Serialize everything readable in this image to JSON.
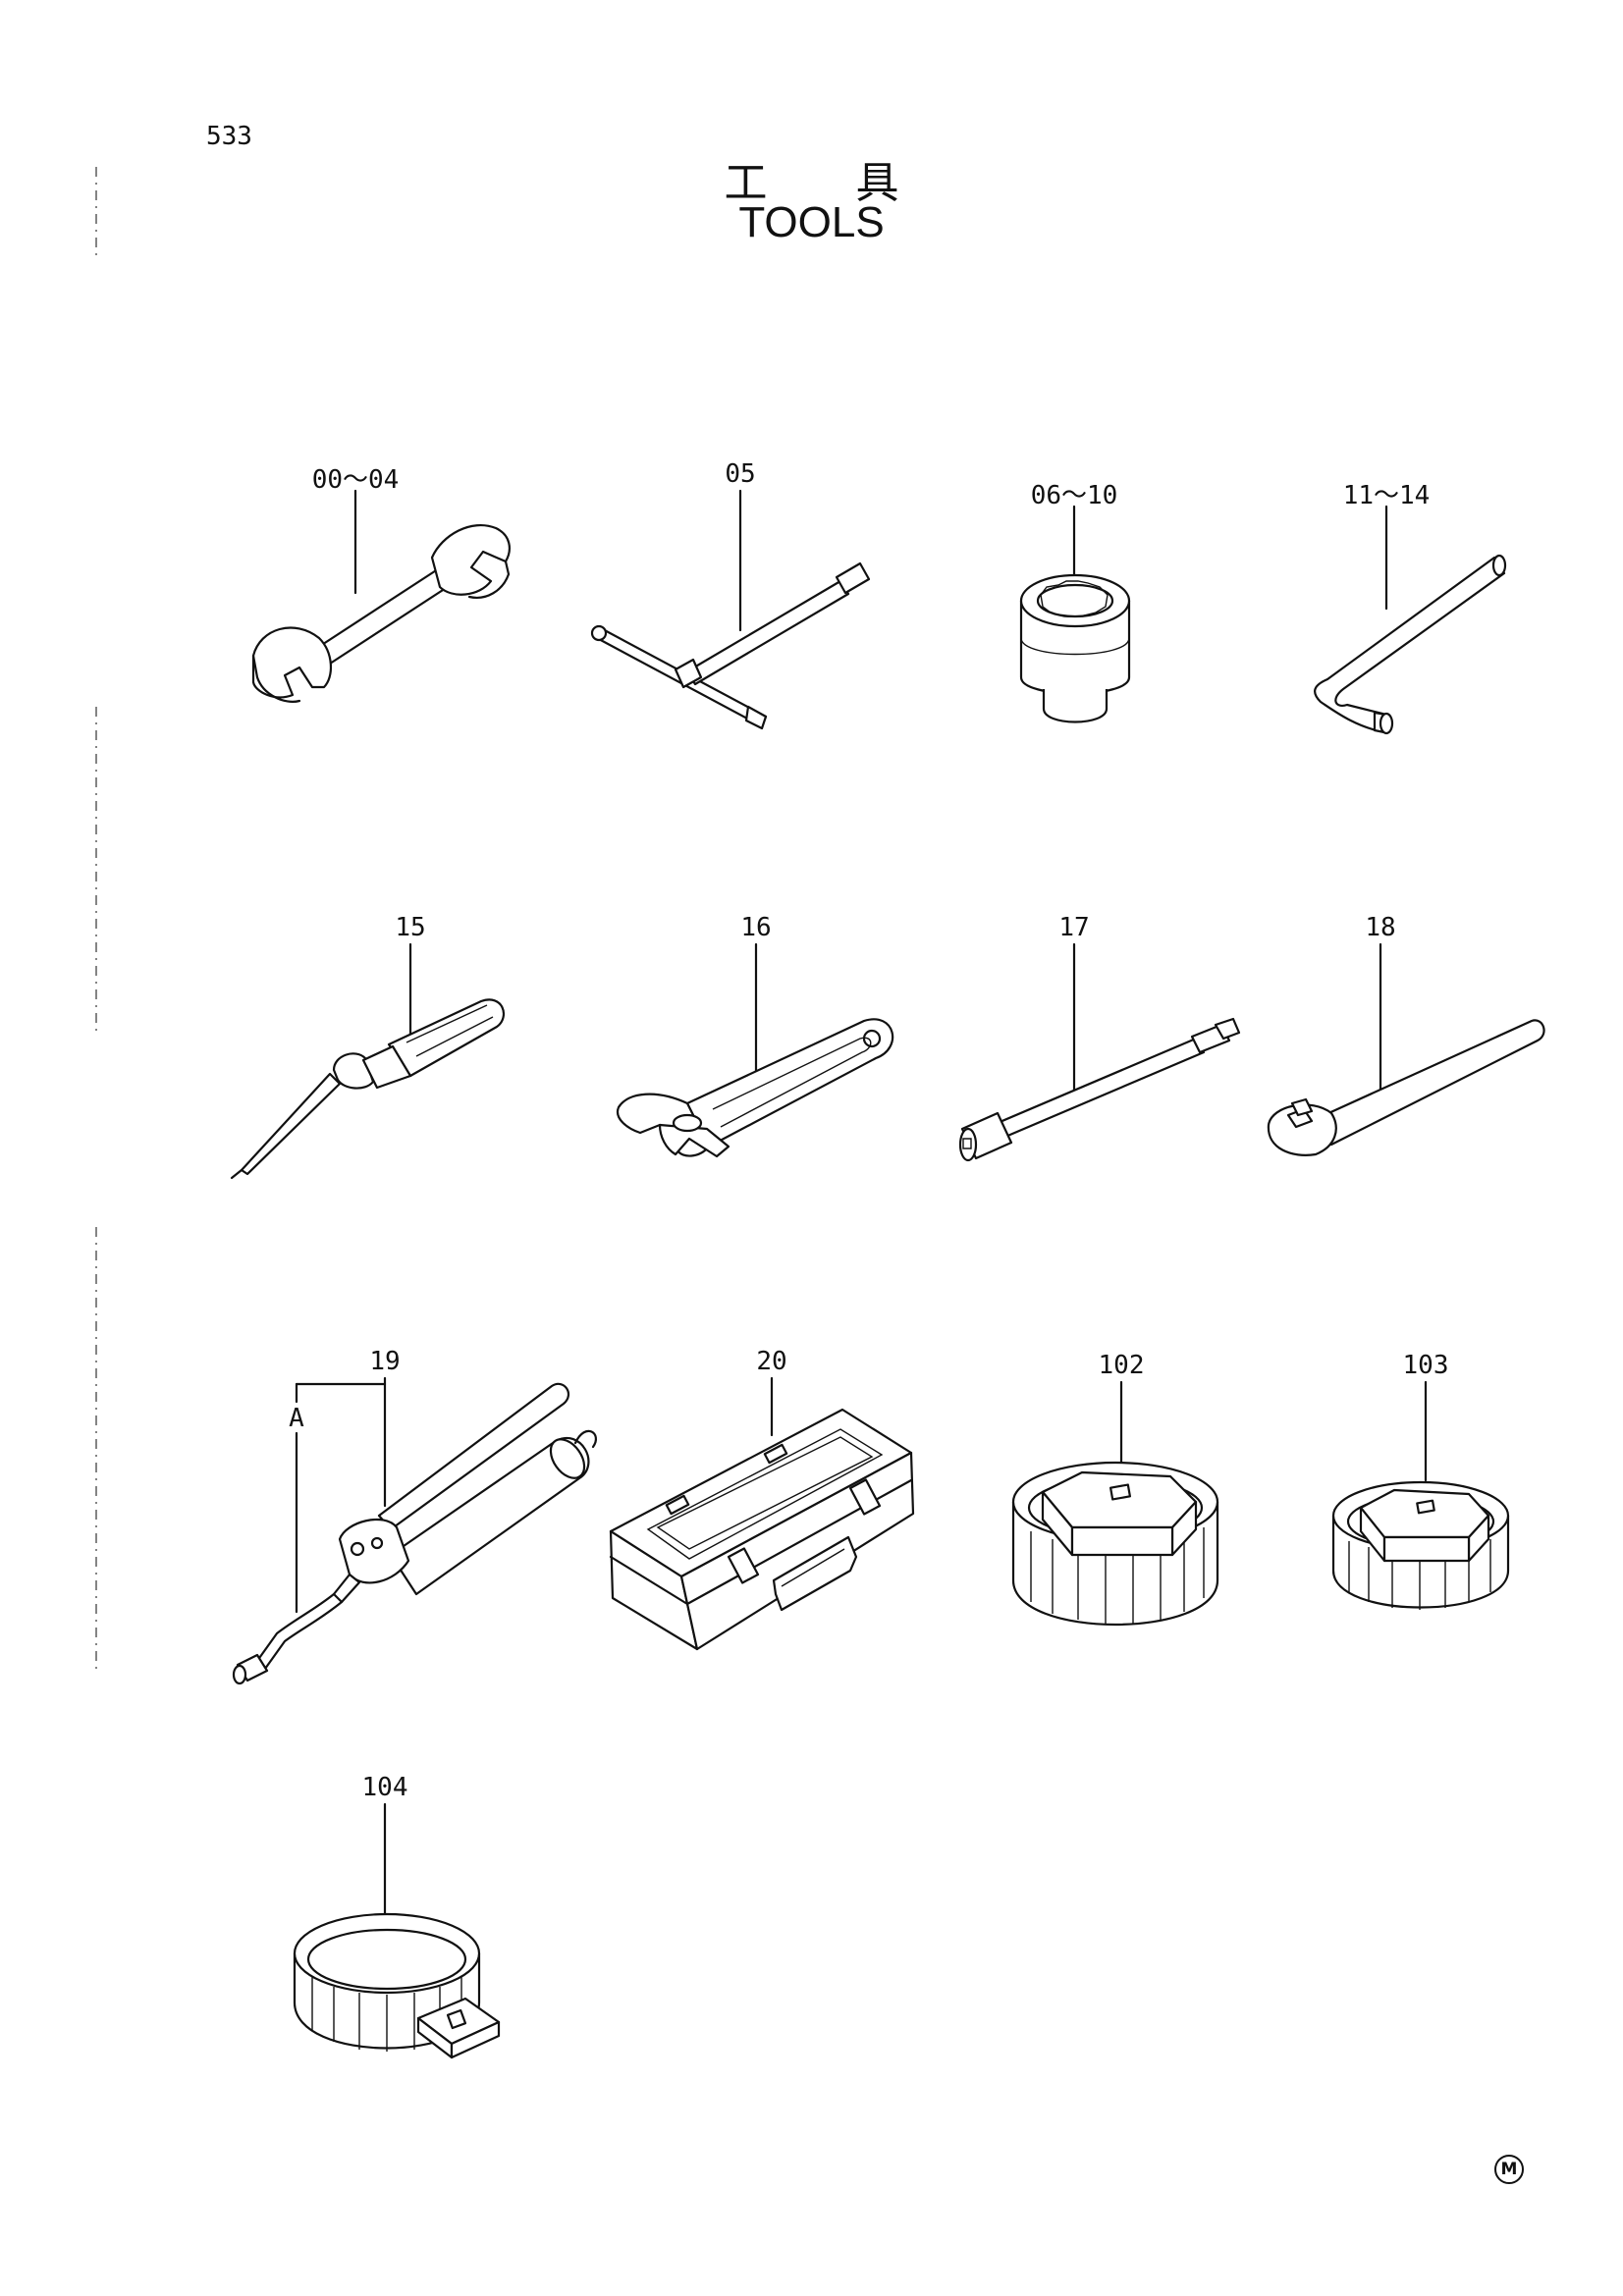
{
  "page_number": "533",
  "title_jp": "工具",
  "title_en": "TOOLS",
  "mark": "M",
  "parts": [
    {
      "id": "wrench",
      "label": "00～04"
    },
    {
      "id": "t-socket",
      "label": "05"
    },
    {
      "id": "socket",
      "label": "06～10"
    },
    {
      "id": "hex-key",
      "label": "11～14"
    },
    {
      "id": "screwdriver",
      "label": "15"
    },
    {
      "id": "adjustable-wrench",
      "label": "16"
    },
    {
      "id": "extension-bar",
      "label": "17"
    },
    {
      "id": "ratchet-handle",
      "label": "18"
    },
    {
      "id": "grease-gun",
      "label": "19"
    },
    {
      "id": "tool-box",
      "label": "20"
    },
    {
      "id": "filter-wrench-102",
      "label": "102"
    },
    {
      "id": "filter-wrench-103",
      "label": "103"
    },
    {
      "id": "filter-wrench-104",
      "label": "104"
    }
  ],
  "grease_gun_sub_label": "A"
}
